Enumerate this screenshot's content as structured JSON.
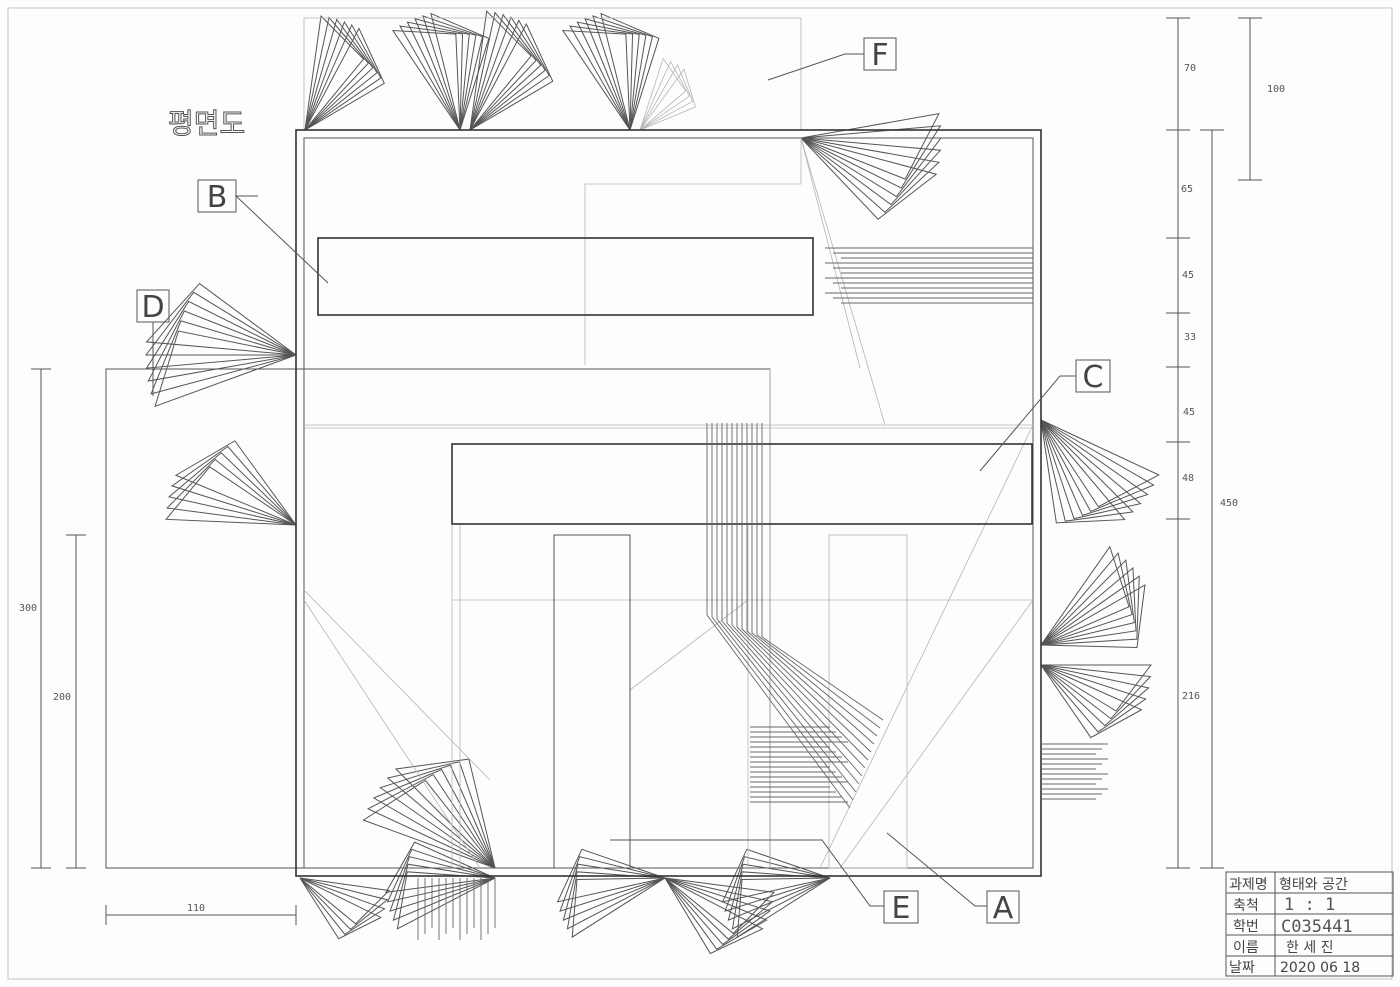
{
  "sheet_title": "평면도",
  "labels": {
    "A": "A",
    "B": "B",
    "C": "C",
    "D": "D",
    "E": "E",
    "F": "F"
  },
  "dimensions": {
    "right_outer": [
      "70",
      "65",
      "45",
      "33",
      "45",
      "48",
      "216"
    ],
    "right_total": "450",
    "right_top": "100",
    "left_outer": "300",
    "left_inner": "200",
    "bottom": "110"
  },
  "title_block": {
    "rows": [
      {
        "key": "과제명",
        "value": "형태와  공간"
      },
      {
        "key": "축척",
        "value": "1   :   1"
      },
      {
        "key": "학번",
        "value": "C035441"
      },
      {
        "key": "이름",
        "value": "한   세   진"
      },
      {
        "key": "날짜",
        "value": "2020 06 18"
      }
    ]
  }
}
